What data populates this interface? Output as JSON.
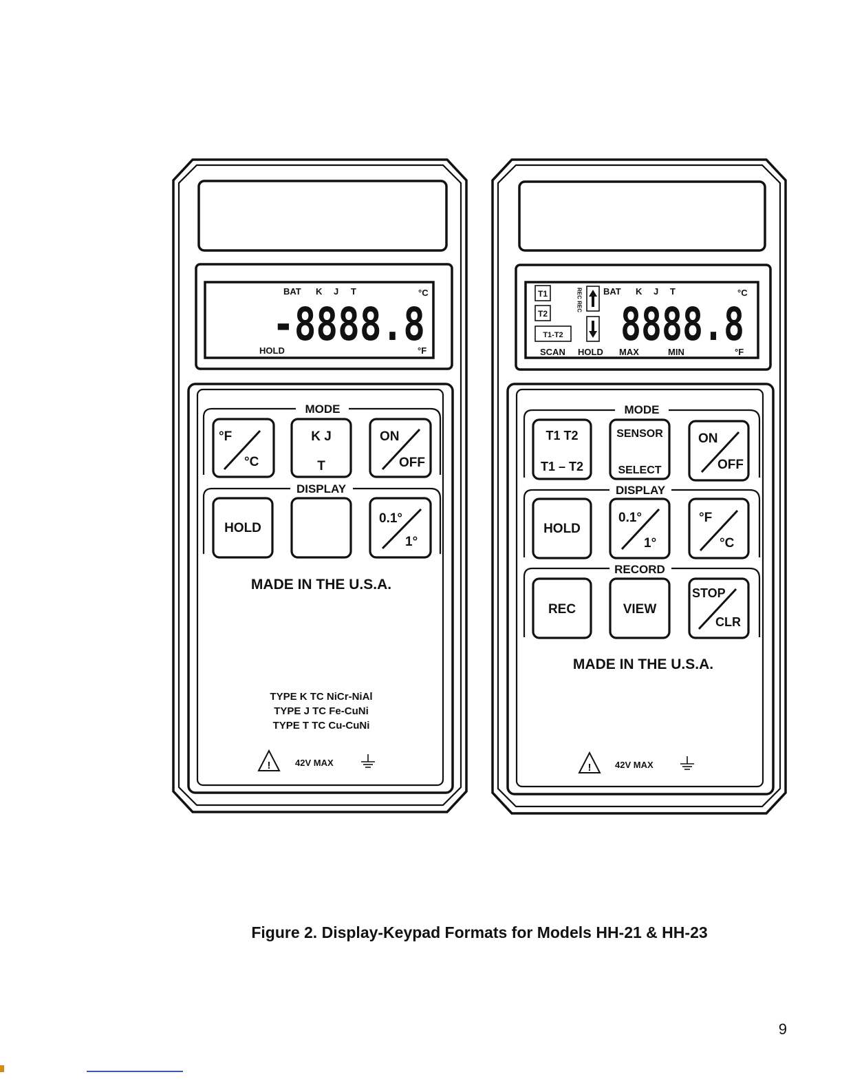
{
  "models": [
    {
      "id": "hh21",
      "display": {
        "top_labels": [
          "BAT",
          "K",
          "J",
          "T"
        ],
        "unit_c": "°C",
        "unit_f": "°F",
        "readout": "-8888.8",
        "bottom_labels": [
          "HOLD"
        ]
      },
      "sections": {
        "mode": "MODE",
        "display": "DISPLAY"
      },
      "mode_keys": {
        "fc": {
          "top": "°F",
          "bottom": "°C"
        },
        "kjt": {
          "top": "K  J",
          "bottom": "T"
        },
        "onoff": {
          "top": "ON",
          "bottom": "OFF"
        }
      },
      "display_keys": {
        "hold": "HOLD",
        "blank": "",
        "res": {
          "top": "0.1°",
          "bottom": "1°"
        }
      },
      "made_in": "MADE IN THE U.S.A.",
      "types": [
        "TYPE K TC NiCr-NiAl",
        "TYPE J TC Fe-CuNi",
        "TYPE T TC Cu-CuNi"
      ],
      "voltage": "42V MAX"
    },
    {
      "id": "hh23",
      "display": {
        "left_boxes": [
          "T1",
          "T2",
          "T1-T2"
        ],
        "rec_letters": "REC REC",
        "top_labels": [
          "BAT",
          "K",
          "J",
          "T"
        ],
        "unit_c": "°C",
        "unit_f": "°F",
        "readout": "8888.8",
        "bottom_labels": [
          "SCAN",
          "HOLD",
          "MAX",
          "MIN"
        ]
      },
      "sections": {
        "mode": "MODE",
        "display": "DISPLAY",
        "record": "RECORD"
      },
      "mode_keys": {
        "t1t2": {
          "top": "T1  T2",
          "bottom": "T1 – T2"
        },
        "sensor": {
          "top": "SENSOR",
          "bottom": "SELECT"
        },
        "onoff": {
          "top": "ON",
          "bottom": "OFF"
        }
      },
      "display_keys": {
        "hold": "HOLD",
        "res": {
          "top": "0.1°",
          "bottom": "1°"
        },
        "fc": {
          "top": "°F",
          "bottom": "°C"
        }
      },
      "record_keys": {
        "rec": "REC",
        "view": "VIEW",
        "stopclr": {
          "top": "STOP",
          "bottom": "CLR"
        }
      },
      "made_in": "MADE IN THE U.S.A.",
      "voltage": "42V MAX"
    }
  ],
  "caption": "Figure 2.  Display-Keypad Formats for Models HH-21 & HH-23",
  "page_number": "9"
}
